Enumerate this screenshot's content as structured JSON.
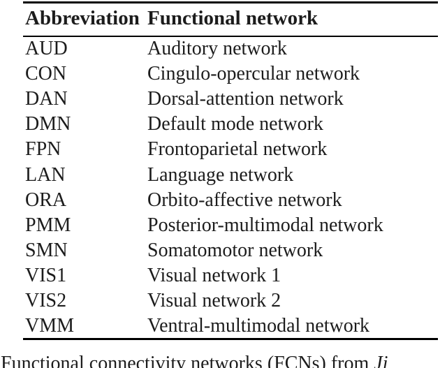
{
  "figure": {
    "table": {
      "headers": [
        "Abbreviation",
        "Functional network"
      ],
      "rows": [
        {
          "abbr": "AUD",
          "network": "Auditory network"
        },
        {
          "abbr": "CON",
          "network": "Cingulo-opercular network"
        },
        {
          "abbr": "DAN",
          "network": "Dorsal-attention network"
        },
        {
          "abbr": "DMN",
          "network": "Default mode network"
        },
        {
          "abbr": "FPN",
          "network": "Frontoparietal network"
        },
        {
          "abbr": "LAN",
          "network": "Language network"
        },
        {
          "abbr": "ORA",
          "network": "Orbito-affective network"
        },
        {
          "abbr": "PMM",
          "network": "Posterior-multimodal network"
        },
        {
          "abbr": "SMN",
          "network": "Somatomotor network"
        },
        {
          "abbr": "VIS1",
          "network": "Visual network 1"
        },
        {
          "abbr": "VIS2",
          "network": "Visual network 2"
        },
        {
          "abbr": "VMM",
          "network": "Ventral-multimodal network"
        }
      ]
    },
    "caption": {
      "text_fragment": "Functional connectivity networks (FCNs) from ",
      "citation_fragment": "Ji"
    },
    "colors": {
      "text": "#1c1c1c",
      "rule": "#000000",
      "background": "#ffffff"
    }
  }
}
